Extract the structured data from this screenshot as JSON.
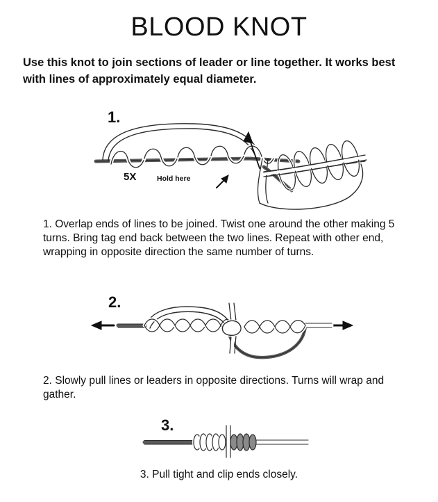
{
  "document": {
    "title": "BLOOD KNOT",
    "intro": "Use this knot to join sections of leader or line together. It works best with lines of approximately equal diameter."
  },
  "steps": [
    {
      "number": "1.",
      "text": "1.  Overlap ends of lines to be joined. Twist one around the other making 5 turns. Bring tag end back between the two lines. Repeat with other end, wrapping in opposite direction the same number of turns.",
      "diagram_labels": {
        "turns": "5X",
        "hold": "Hold here"
      }
    },
    {
      "number": "2.",
      "text": "2.  Slowly pull lines or leaders in opposite directions. Turns will wrap and gather."
    },
    {
      "number": "3.",
      "text": "3.  Pull tight and clip ends closely."
    }
  ],
  "colors": {
    "background": "#ffffff",
    "ink": "#111111",
    "line_dark": "#5a5a5a",
    "line_outline": "#2b2b2b"
  }
}
